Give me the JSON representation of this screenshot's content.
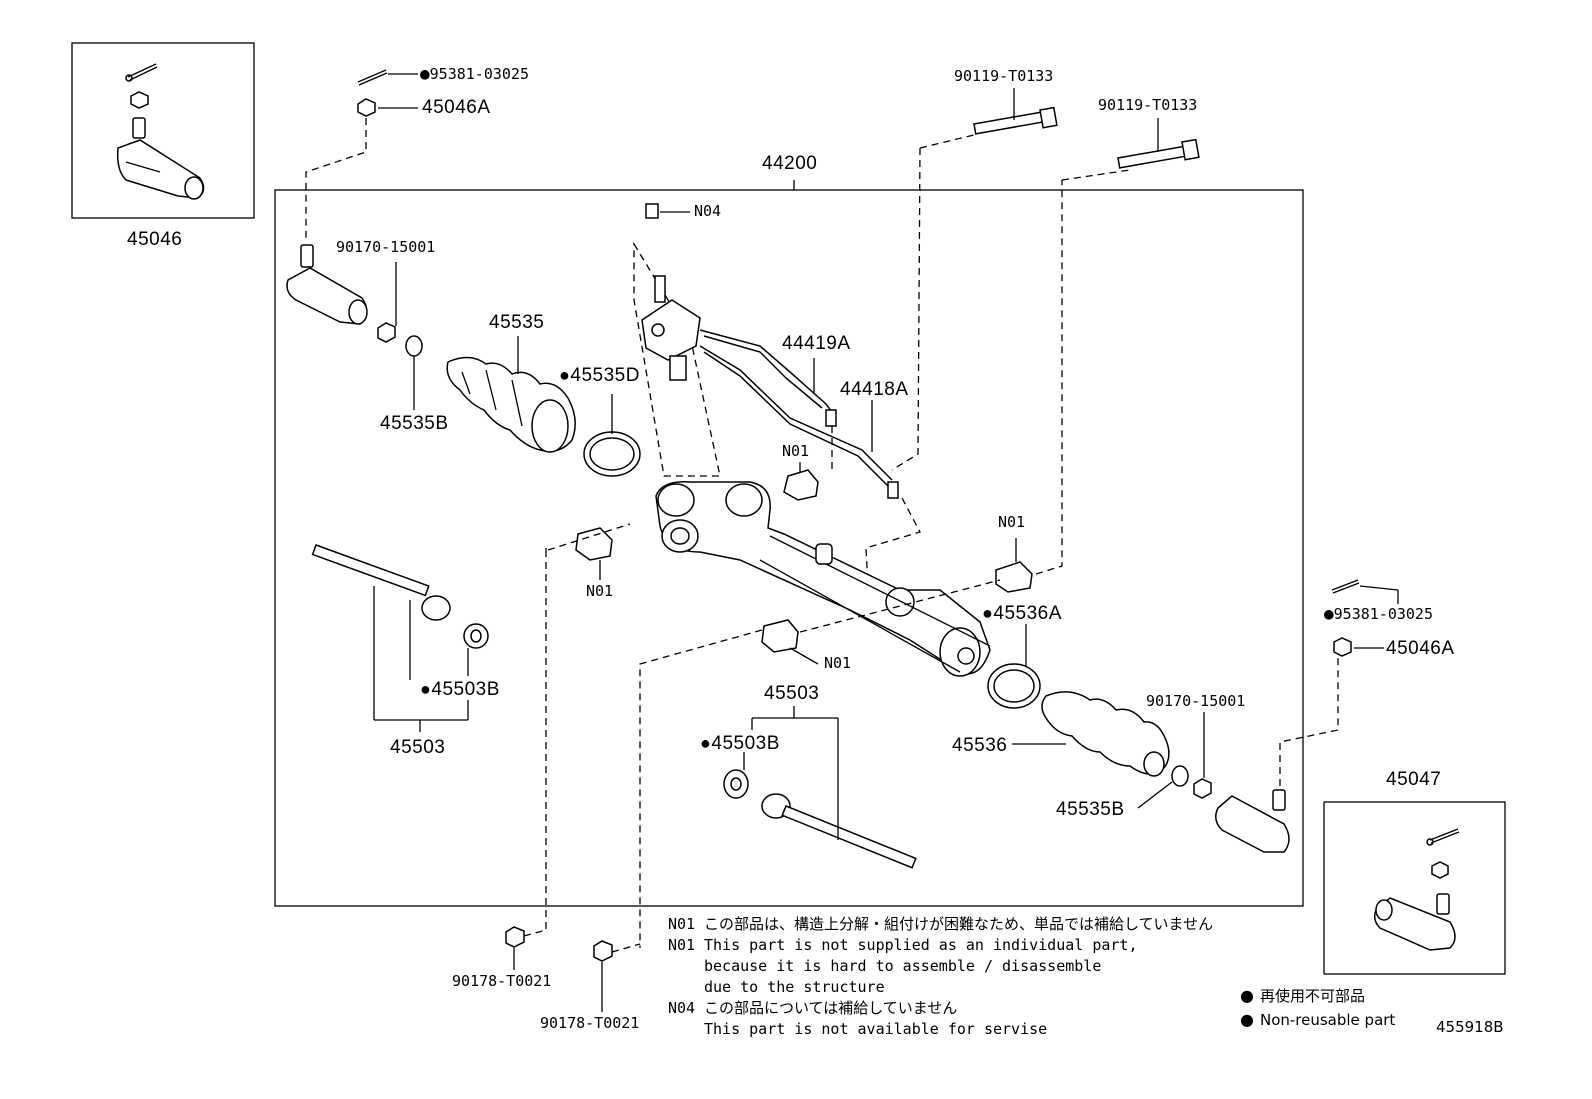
{
  "assembly": {
    "main_label": "44200"
  },
  "callouts": {
    "tie_rod_end_left_kit": "45046",
    "tie_rod_end_right_kit": "45047",
    "cotter_pin_left": "95381-03025",
    "cotter_pin_right": "95381-03025",
    "nut_left": "45046A",
    "nut_right": "45046A",
    "bolt_1": "90119-T0133",
    "bolt_2": "90119-T0133",
    "valve_bolt": "N04",
    "lock_nut_left": "90170-15001",
    "lock_nut_right": "90170-15001",
    "boot_left": "45535",
    "boot_clamp_left": "45535D",
    "clip_left": "45535B",
    "clip_right": "45535B",
    "pipe_1": "44419A",
    "pipe_2": "44418A",
    "bushing_1": "N01",
    "bushing_2": "N01",
    "bushing_3": "N01",
    "bushing_4": "N01",
    "boot_clamp_right": "45536A",
    "boot_right": "45536",
    "rack_end_left": "45503",
    "rack_end_right": "45503",
    "claw_washer_left": "45503B",
    "claw_washer_right": "45503B",
    "flange_nut_1": "90178-T0021",
    "flange_nut_2": "90178-T0021"
  },
  "notes": [
    {
      "code": "N01",
      "text": "この部品は、構造上分解・組付けが困難なため、単品では補給していません"
    },
    {
      "code": "N01",
      "text": "This part is not supplied as an individual part,"
    },
    {
      "code": "",
      "text": "because it is hard to assemble / disassemble"
    },
    {
      "code": "",
      "text": "due to the structure"
    },
    {
      "code": "N04",
      "text": "この部品については補給していません"
    },
    {
      "code": "",
      "text": "This part is not available for servise"
    }
  ],
  "legend": {
    "ja": "再使用不可部品",
    "en": "Non-reusable part"
  },
  "illustration_id": "455918B"
}
